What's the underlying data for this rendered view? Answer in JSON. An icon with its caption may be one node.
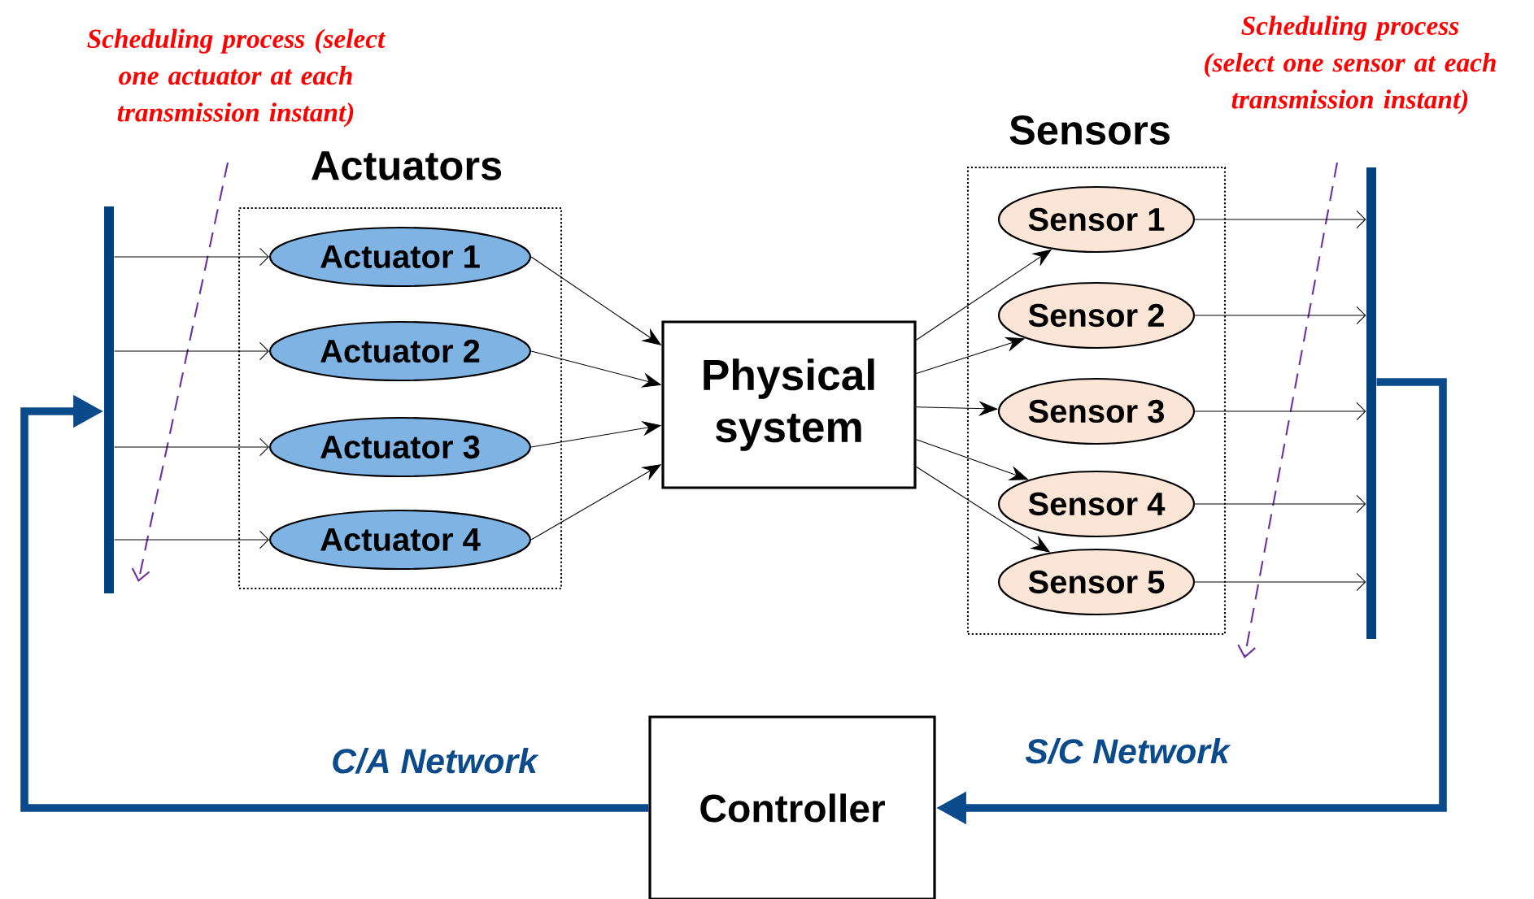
{
  "diagram": {
    "nodes": [
      {
        "text": [
          "Actuators"
        ]
      },
      {
        "text": [
          "Actuator 1"
        ],
        "in": 0
      },
      {
        "text": [
          "Actuator 2"
        ],
        "in": 0
      },
      {
        "text": [
          "Actuator 3"
        ],
        "in": 0
      },
      {
        "text": [
          "Actuator 4"
        ],
        "in": 0
      },
      {
        "text": [
          "Physical system"
        ]
      },
      {
        "text": [
          "Sensors"
        ]
      },
      {
        "text": [
          "Sensor 1"
        ],
        "in": 6
      },
      {
        "text": [
          "Sensor 2"
        ],
        "in": 6
      },
      {
        "text": [
          "Sensor 3"
        ],
        "in": 6
      },
      {
        "text": [
          "Sensor 4"
        ],
        "in": 6
      },
      {
        "text": [
          "Sensor 5"
        ],
        "in": 6
      },
      {
        "text": [],
        "shape": "bar"
      },
      {
        "text": [],
        "shape": "bar"
      },
      {
        "text": [
          "Controller"
        ]
      }
    ],
    "edges": [
      {
        "from": 12,
        "to": 1,
        "arrow": "to"
      },
      {
        "from": 12,
        "to": 2,
        "arrow": "to"
      },
      {
        "from": 12,
        "to": 3,
        "arrow": "to"
      },
      {
        "from": 12,
        "to": 4,
        "arrow": "to"
      },
      {
        "from": 1,
        "to": 5,
        "arrow": "to"
      },
      {
        "from": 2,
        "to": 5,
        "arrow": "to"
      },
      {
        "from": 3,
        "to": 5,
        "arrow": "to"
      },
      {
        "from": 4,
        "to": 5,
        "arrow": "to"
      },
      {
        "from": 5,
        "to": 7,
        "arrow": "to"
      },
      {
        "from": 5,
        "to": 8,
        "arrow": "to"
      },
      {
        "from": 5,
        "to": 9,
        "arrow": "to"
      },
      {
        "from": 5,
        "to": 10,
        "arrow": "to"
      },
      {
        "from": 5,
        "to": 11,
        "arrow": "to"
      },
      {
        "from": 7,
        "to": 13,
        "arrow": "to"
      },
      {
        "from": 8,
        "to": 13,
        "arrow": "to"
      },
      {
        "from": 9,
        "to": 13,
        "arrow": "to"
      },
      {
        "from": 10,
        "to": 13,
        "arrow": "to"
      },
      {
        "from": 11,
        "to": 13,
        "arrow": "to"
      },
      {
        "from": 13,
        "to": 14,
        "arrow": "to",
        "label": "S/C Network",
        "style": "thick",
        "color": "#0b4a8b"
      },
      {
        "from": 14,
        "to": 12,
        "arrow": "to",
        "label": "C/A Network",
        "style": "thick",
        "color": "#0b4a8b"
      }
    ],
    "labels": [
      "Scheduling process (select one actuator at each transmission instant)",
      "Scheduling process (select one sensor at each transmission instant)"
    ]
  }
}
